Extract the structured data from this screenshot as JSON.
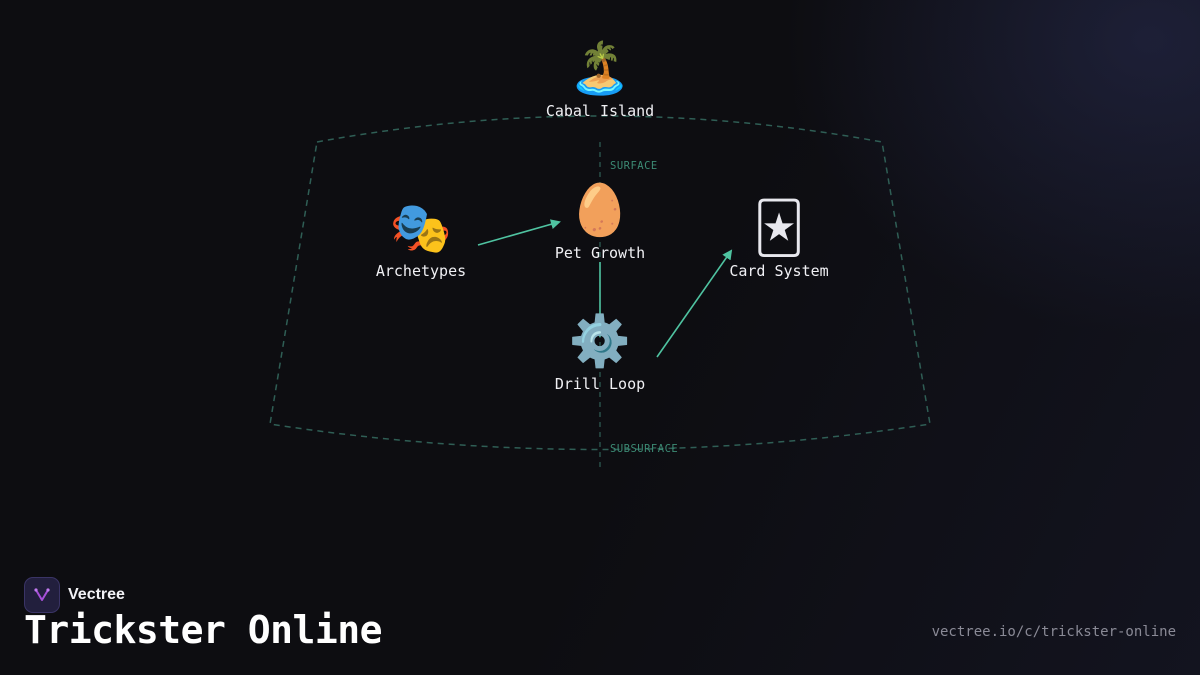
{
  "diagram": {
    "nodes": [
      {
        "id": "cabal-island",
        "label": "Cabal Island",
        "icon": "🏝️",
        "icon_name": "island-icon"
      },
      {
        "id": "pet-growth",
        "label": "Pet Growth",
        "icon": "🥚",
        "icon_name": "egg-icon"
      },
      {
        "id": "archetypes",
        "label": "Archetypes",
        "icon": "🎭",
        "icon_name": "theater-masks-icon"
      },
      {
        "id": "card-system",
        "label": "Card System",
        "icon": "🃏",
        "icon_name": "joker-card-icon"
      },
      {
        "id": "drill-loop",
        "label": "Drill Loop",
        "icon": "⚙️",
        "icon_name": "gear-icon"
      }
    ],
    "edges": [
      {
        "from": "archetypes",
        "to": "pet-growth"
      },
      {
        "from": "pet-growth",
        "to": "drill-loop"
      },
      {
        "from": "drill-loop",
        "to": "card-system"
      }
    ],
    "layers": {
      "surface": "SURFACE",
      "subsurface": "SUBSURFACE"
    },
    "colors": {
      "edge": "#4fc3a1",
      "boundary": "#2f5e55",
      "layer_text": "#3c8a74"
    }
  },
  "footer": {
    "brand": "Vectree",
    "title": "Trickster Online",
    "url": "vectree.io/c/trickster-online"
  }
}
